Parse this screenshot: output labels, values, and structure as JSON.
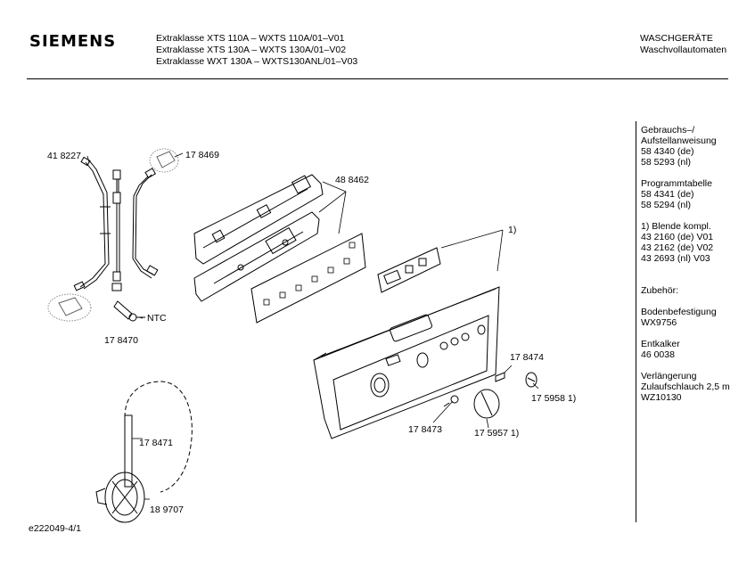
{
  "header": {
    "brand": "SIEMENS",
    "models": [
      "Extraklasse XTS 110A – WXTS 110A/01–V01",
      "Extraklasse XTS 130A – WXTS 130A/01–V02",
      "Extraklasse WXT 130A – WXTS130ANL/01–V03"
    ],
    "category": [
      "WASCHGERÄTE",
      "Waschvollautomaten"
    ]
  },
  "sidebar": {
    "manual_lines": [
      "Gebrauchs–/",
      "Aufstellanweisung",
      "58 4340 (de)",
      "58 5293 (nl)"
    ],
    "program_lines": [
      "Programmtabelle",
      "58 4341 (de)",
      "58 5294 (nl)"
    ],
    "panel_lines": [
      "1) Blende kompl.",
      "43 2160 (de) V01",
      "43 2162 (de) V02",
      "43 2693 (nl) V03"
    ],
    "accessories_title": "Zubehör:",
    "floor_lines": [
      "Bodenbefestigung",
      "WX9756"
    ],
    "descaler_lines": [
      "Entkalker",
      "46 0038"
    ],
    "extension_lines": [
      "Verlängerung",
      "Zulaufschlauch 2,5 m",
      "WZ10130"
    ]
  },
  "diagram": {
    "labels": {
      "p418227": "41 8227",
      "p178469": "17 8469",
      "p488462": "48 8462",
      "p1": "1)",
      "ntc": "NTC",
      "p178470": "17 8470",
      "p178474": "17 8474",
      "p1759581": "17 5958 1)",
      "p178473": "17 8473",
      "p1759571": "17 5957 1)",
      "p178471": "17 8471",
      "p189707": "18 9707"
    }
  },
  "footer": {
    "drawing_id": "e222049-4/1"
  }
}
